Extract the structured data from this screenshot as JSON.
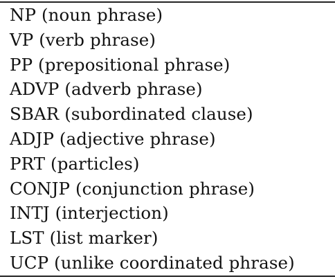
{
  "table": {
    "rows": [
      "NP (noun phrase)",
      "VP (verb phrase)",
      "PP (prepositional phrase)",
      "ADVP (adverb phrase)",
      "SBAR (subordinated clause)",
      "ADJP (adjective phrase)",
      "PRT (particles)",
      "CONJP (conjunction phrase)",
      "INTJ (interjection)",
      "LST (list marker)",
      "UCP (unlike coordinated phrase)"
    ]
  }
}
